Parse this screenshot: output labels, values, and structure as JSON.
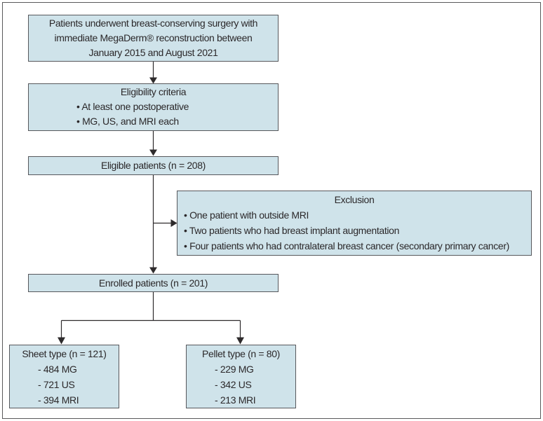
{
  "figure": {
    "type": "patient-flow-diagram",
    "colors": {
      "box_fill": "#cfe3ea",
      "box_border": "#57585c",
      "arrow": "#2e2b2c",
      "text": "#2b282a",
      "frame_border": "#59595b",
      "background": "#ffffff"
    },
    "nodes": {
      "initial": {
        "lines": [
          "Patients underwent breast-conserving surgery with",
          "immediate MegaDerm® reconstruction between",
          "January 2015 and August 2021"
        ]
      },
      "eligibility": {
        "title": "Eligibility criteria",
        "bullets": [
          "• At least one postoperative",
          "• MG, US, and MRI each"
        ]
      },
      "eligible": {
        "label": "Eligible patients (n = 208)",
        "n": 208
      },
      "exclusion": {
        "title": "Exclusion",
        "bullets": [
          "• One patient with outside MRI",
          "• Two patients who had breast implant augmentation",
          "• Four patients who had contralateral breast cancer (secondary primary cancer)"
        ]
      },
      "enrolled": {
        "label": "Enrolled patients (n = 201)",
        "n": 201
      },
      "sheet": {
        "title": "Sheet type (n = 121)",
        "n": 121,
        "items": [
          "- 484 MG",
          "- 721 US",
          "- 394 MRI"
        ]
      },
      "pellet": {
        "title": "Pellet type (n = 80)",
        "n": 80,
        "items": [
          "- 229 MG",
          "- 342 US",
          "- 213 MRI"
        ]
      }
    }
  }
}
